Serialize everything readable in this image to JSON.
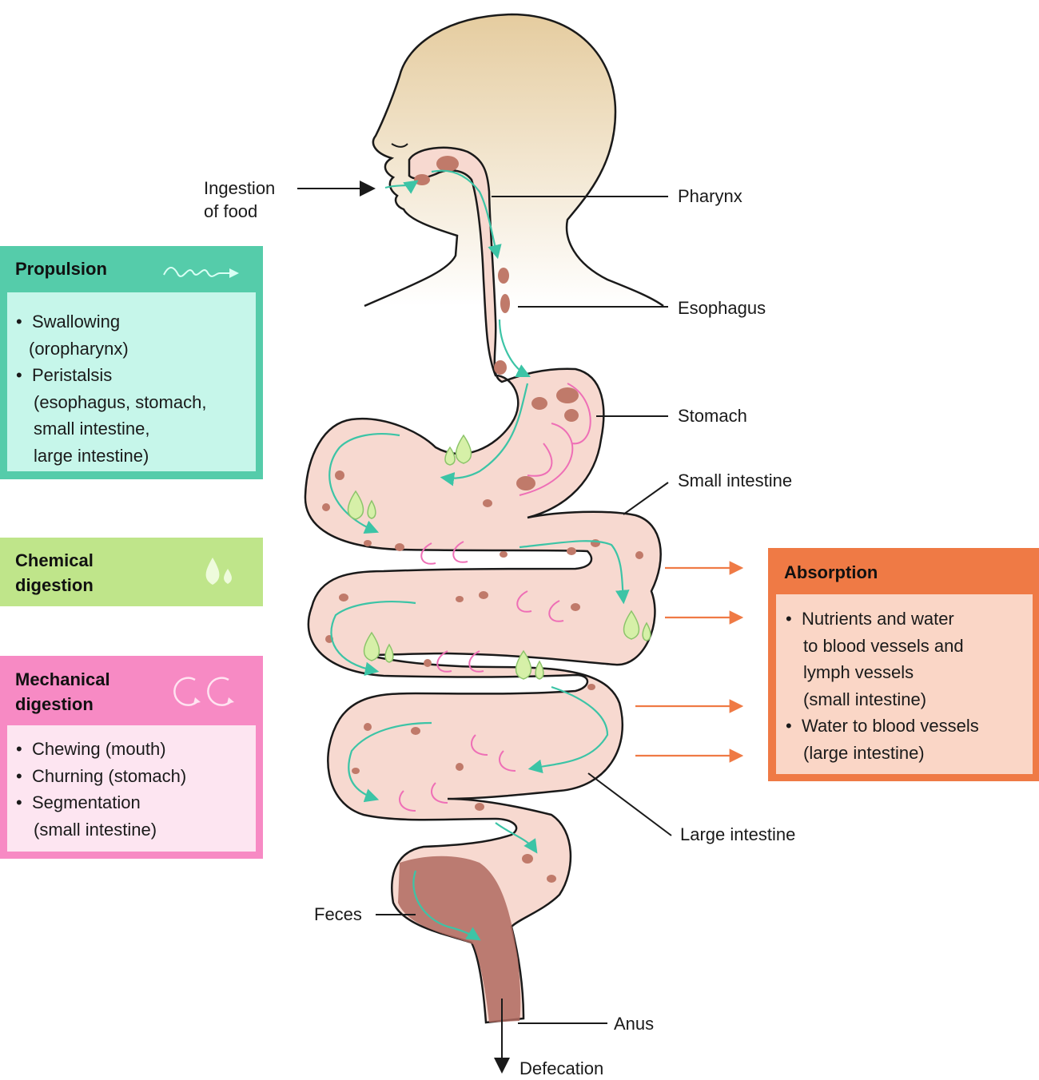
{
  "labels": {
    "ingestion": [
      "Ingestion",
      "of food"
    ],
    "pharynx": "Pharynx",
    "esophagus": "Esophagus",
    "stomach": "Stomach",
    "small_intestine": "Small intestine",
    "large_intestine": "Large intestine",
    "feces": "Feces",
    "anus": "Anus",
    "defecation": "Defecation"
  },
  "panels": {
    "propulsion": {
      "title": "Propulsion",
      "items": [
        [
          "Swallowing",
          "(oropharynx)"
        ],
        [
          "Peristalsis",
          "(esophagus, stomach,",
          "small intestine,",
          "large intestine)"
        ]
      ]
    },
    "chemical": {
      "title": [
        "Chemical",
        "digestion"
      ]
    },
    "mechanical": {
      "title": [
        "Mechanical",
        "digestion"
      ],
      "items": [
        [
          "Chewing (mouth)"
        ],
        [
          "Churning (stomach)"
        ],
        [
          "Segmentation",
          "(small intestine)"
        ]
      ]
    },
    "absorption": {
      "title": "Absorption",
      "items": [
        [
          "Nutrients and water",
          "to blood vessels and",
          "lymph vessels",
          "(small intestine)"
        ],
        [
          "Water to blood vessels",
          "(large intestine)"
        ]
      ]
    }
  },
  "colors": {
    "skin": "#e5cc9f",
    "tract": "#f7d9d0",
    "outline": "#1a1a1a",
    "food": "#c07a6a",
    "propulsion": "#55ccaa",
    "propulsion_fill": "#c6f6ea",
    "chemical": "#bfe58a",
    "mechanical": "#f78ac4",
    "mechanical_fill": "#fde5f1",
    "absorption": "#ef7a45",
    "absorption_fill": "#fad6c6",
    "feces": "#b06a60"
  },
  "icons": {
    "propulsion": "wave-arrow-icon",
    "chemical": "droplets-icon",
    "mechanical": "circular-arrows-icon"
  }
}
